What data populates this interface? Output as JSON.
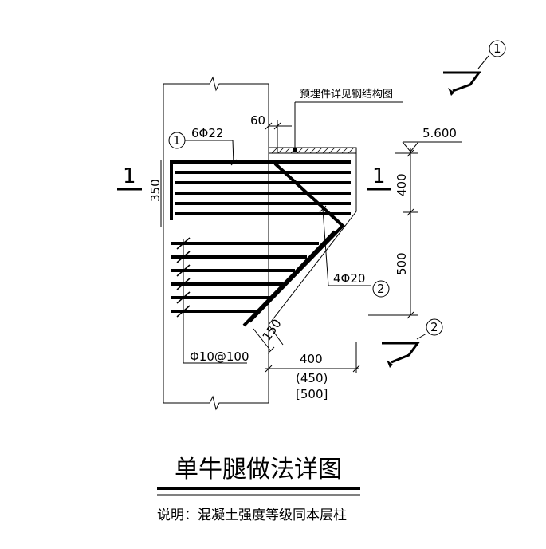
{
  "drawing": {
    "title": "单牛腿做法详图",
    "note": "说明：混凝土强度等级同本层柱",
    "embedded_part_note": "预埋件详见钢结构图",
    "elevation": "5.600",
    "section_mark": "1",
    "callout_1": "1",
    "callout_2": "2",
    "dims": {
      "cover_60": "60",
      "column_350": "350",
      "height_400": "400",
      "height_500": "500",
      "offset_150": "150",
      "width_400": "400",
      "width_450": "(450)",
      "width_500": "[500]"
    },
    "rebar": {
      "top_bars": "6Φ22",
      "diagonal_bars": "4Φ20",
      "stirrups": "Φ10@100"
    }
  },
  "colors": {
    "line": "#000000",
    "background": "#ffffff"
  }
}
